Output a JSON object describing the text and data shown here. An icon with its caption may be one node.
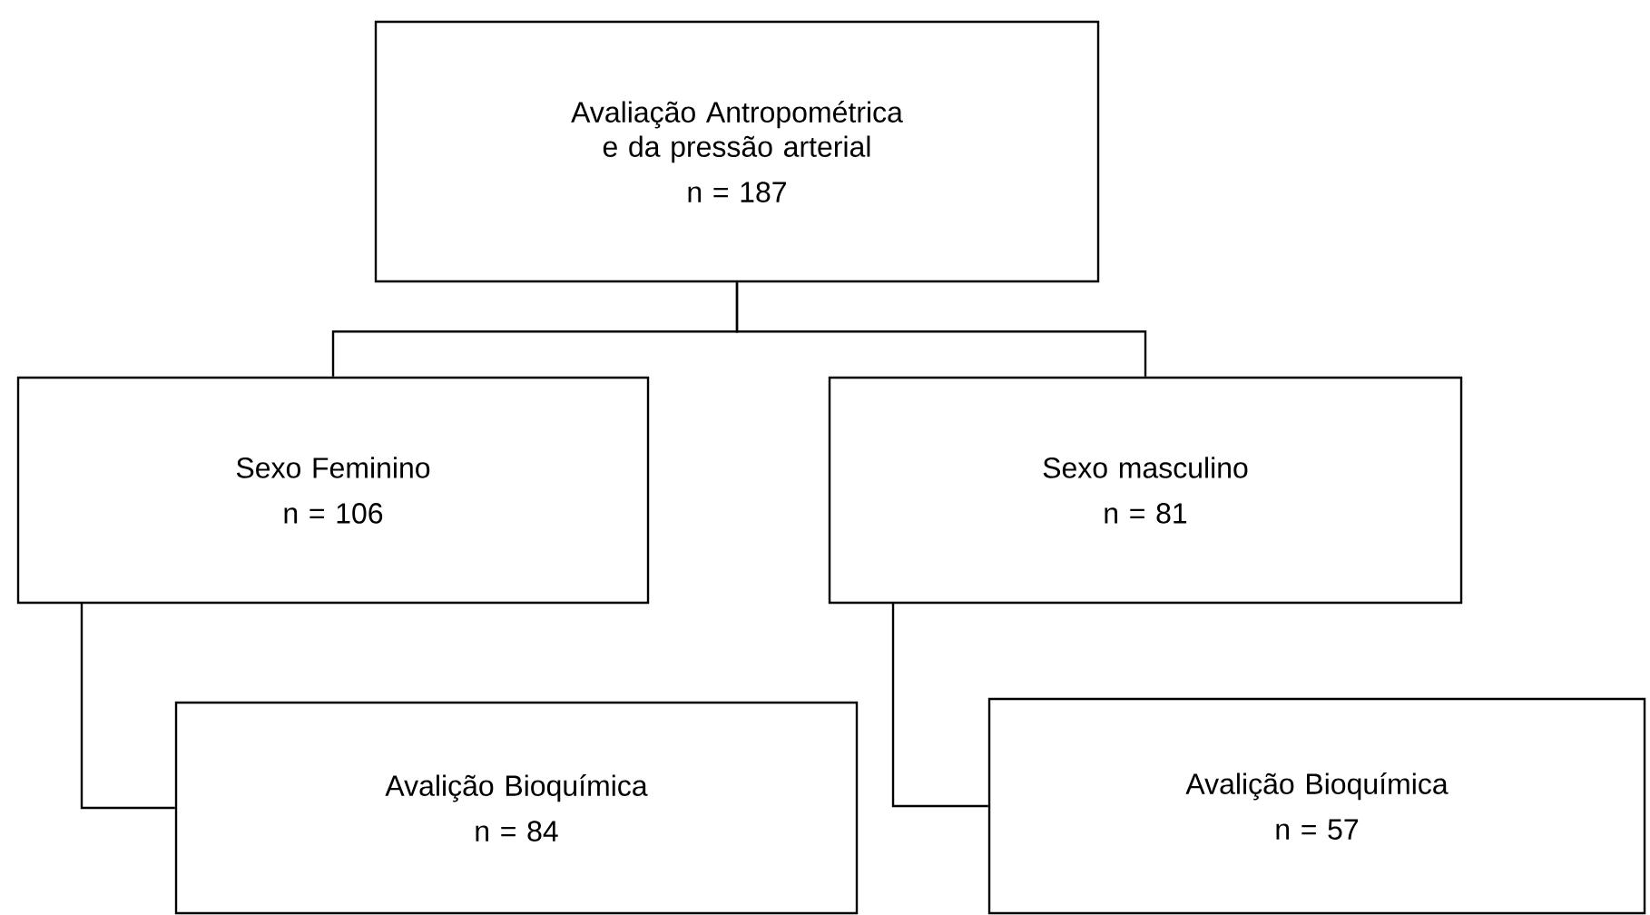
{
  "diagram": {
    "nodes": [
      {
        "text": [
          "Avaliação Antropométrica e  da pressão arterial",
          "n = 187"
        ]
      },
      {
        "text": [
          "Sexo Feminino",
          "n = 106"
        ]
      },
      {
        "text": [
          "Sexo masculino",
          "n = 81"
        ]
      },
      {
        "text": [
          "Avalição Bioquímica",
          "n = 84"
        ]
      },
      {
        "text": [
          "Avalição Bioquímica",
          "n = 57"
        ]
      }
    ],
    "edges": [
      {
        "from": 0,
        "to": 1,
        "arrow": "none"
      },
      {
        "from": 0,
        "to": 2,
        "arrow": "none"
      },
      {
        "from": 1,
        "to": 3,
        "arrow": "none"
      },
      {
        "from": 2,
        "to": 4,
        "arrow": "none"
      }
    ]
  }
}
